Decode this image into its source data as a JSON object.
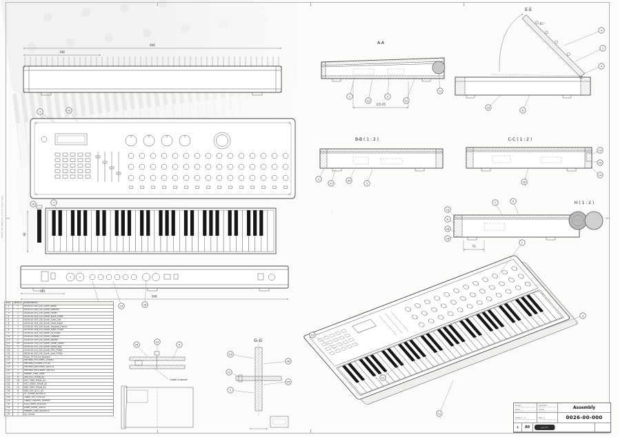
{
  "title_block": {
    "title": "Assembly",
    "drawing_number": "0026-00-000",
    "format": "A0",
    "fields": {
      "drawn_label": "Drawn",
      "checked_label": "Checked",
      "date_label": "Date",
      "scale_label": "Scale",
      "sheet": "Sheet 1 / 1",
      "rev": "Rev. A",
      "logo": "synth"
    }
  },
  "frame": {
    "left_label": "0026-00-000  DS_Synth  Assembly"
  },
  "parts_list": {
    "headers": [
      "POS.",
      "MENGE",
      "BENENNUNG"
    ],
    "rows": [
      [
        "1",
        "1",
        "0026-01-000_DS_Synth_Body"
      ],
      [
        "2",
        "1",
        "0026-02-000_DS_Synth_Bottom"
      ],
      [
        "3",
        "1",
        "0026-00-001_DS_Synth_Panel"
      ],
      [
        "4",
        "1",
        "0026-00-002_DS_Synth_Back_Plate"
      ],
      [
        "5",
        "1",
        "0026-00-003_DS_Synth_Side_Left"
      ],
      [
        "6",
        "1",
        "0026-00-004_DS_Synth_Side_Right"
      ],
      [
        "7",
        "1",
        "0026-00-005_DS_Synth_Keybed_Frame"
      ],
      [
        "8",
        "1",
        "0026-00-006_DS_Synth_Main_PCBA"
      ],
      [
        "9",
        "1",
        "0026-00-007_DS_Synth_UI_PCBA"
      ],
      [
        "10",
        "1",
        "0026-00-008_DS_Synth_Display"
      ],
      [
        "11",
        "2",
        "0026-00-009_DS_Synth_Wheel"
      ],
      [
        "12",
        "29",
        "0026-00-010_DS_Synth_Knob_Small"
      ],
      [
        "13",
        "4",
        "0026-00-011_DS_Synth_Knob_Big"
      ],
      [
        "14",
        "1",
        "0026-00-012_DS_Synth_PSU_PCBA"
      ],
      [
        "15",
        "1",
        "0026-00-013_DS_Synth_Jack_PCBA"
      ],
      [
        "16",
        "1",
        "Fatar_TP-9S_61_Keybed"
      ],
      [
        "17",
        "1",
        "Harness_PSU-Main_24AWG"
      ],
      [
        "18",
        "1",
        "Harness_UI-Main_FFC40"
      ],
      [
        "19",
        "1",
        "Harness_Jack-Main_160322"
      ],
      [
        "20",
        "1",
        "Harness_MIDI-Main_160323"
      ],
      [
        "21",
        "4",
        "Rubber_Foot_38x8"
      ],
      [
        "22",
        "8",
        "DIN_912_M3x8_A2"
      ],
      [
        "23",
        "16",
        "ISO_7380_M3x6_A2"
      ],
      [
        "24",
        "8",
        "ISO_14581_M3x8_A2"
      ],
      [
        "25",
        "12",
        "DIN_7985_M3x6_A2"
      ],
      [
        "26",
        "6",
        "DIN_125_A3.2_A2"
      ],
      [
        "27",
        "4",
        "PT_Screw_KA30x10"
      ],
      [
        "28",
        "2",
        "Cable_Tie_2.5x100"
      ],
      [
        "29",
        "1",
        "Cable_Channel_160mm"
      ],
      [
        "30",
        "1",
        "ESD_Foam_50x20x5"
      ],
      [
        "31",
        "2",
        "Label_Serial_30x10"
      ],
      [
        "32",
        "1",
        "Powder_Coat_RAL9003"
      ],
      [
        "33",
        "1",
        "QC_Sheet"
      ]
    ]
  },
  "sections": {
    "aa": "A-A",
    "bb": "B-B ( 1 : 2 )",
    "cc": "C-C ( 1 : 2 )",
    "ee": "E-E",
    "h": "H ( 1 : 2 )",
    "g": "G-G",
    "cable_channel": "Cable channel"
  },
  "dims": {
    "overall_width": "846",
    "left_offset": "188",
    "rear_width": "846",
    "rear_offset": "101",
    "keyboard_height": "94",
    "section_aa": "125.05",
    "wheel_offset": "73",
    "open_angle": "45°"
  },
  "balloons": {
    "svg-panel": [
      "3",
      "10"
    ],
    "svg-kb": [
      "16",
      "7"
    ],
    "svg-rear": [
      "14",
      "15",
      "20"
    ],
    "svg-aa": [
      "2",
      "12",
      "5",
      "22",
      "11"
    ],
    "svg-ee": [
      "4",
      "1",
      "9",
      "23",
      "6"
    ],
    "svg-bb": [
      "2",
      "21",
      "24",
      "3"
    ],
    "svg-cc": [
      "19",
      "15",
      "14",
      "25"
    ],
    "svg-h": [
      "11",
      "6",
      "26",
      "23",
      "1",
      "9"
    ],
    "svg-d1": [
      "29",
      "22",
      "8"
    ],
    "svg-d2": [
      "24",
      "27",
      "2",
      "30",
      "25"
    ],
    "svg-iso": [
      "1",
      "3",
      "11",
      "21",
      "12"
    ]
  }
}
